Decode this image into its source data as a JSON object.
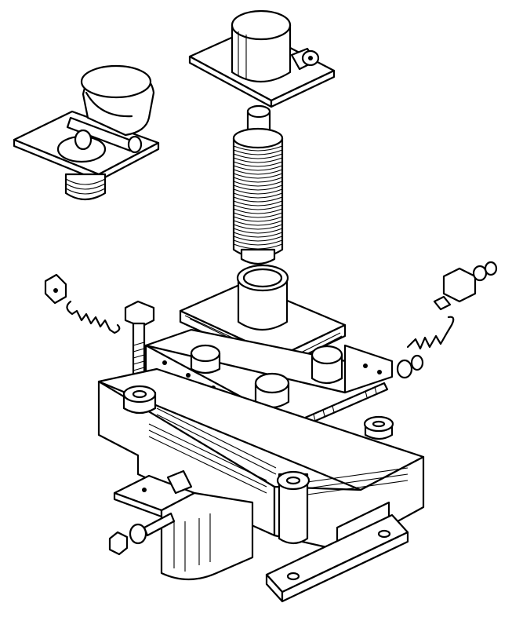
{
  "colors": {
    "ink": "#000000",
    "paper": "#ffffff"
  },
  "parts": [
    {
      "name": "clamp-collar-assembly"
    },
    {
      "name": "top-cylinder-plate"
    },
    {
      "name": "threaded-guide-post"
    },
    {
      "name": "upper-die-plate"
    },
    {
      "name": "roller-carriage-frame"
    },
    {
      "name": "main-die-base"
    },
    {
      "name": "side-mounting-bracket"
    },
    {
      "name": "bottom-clamp-bar"
    }
  ]
}
